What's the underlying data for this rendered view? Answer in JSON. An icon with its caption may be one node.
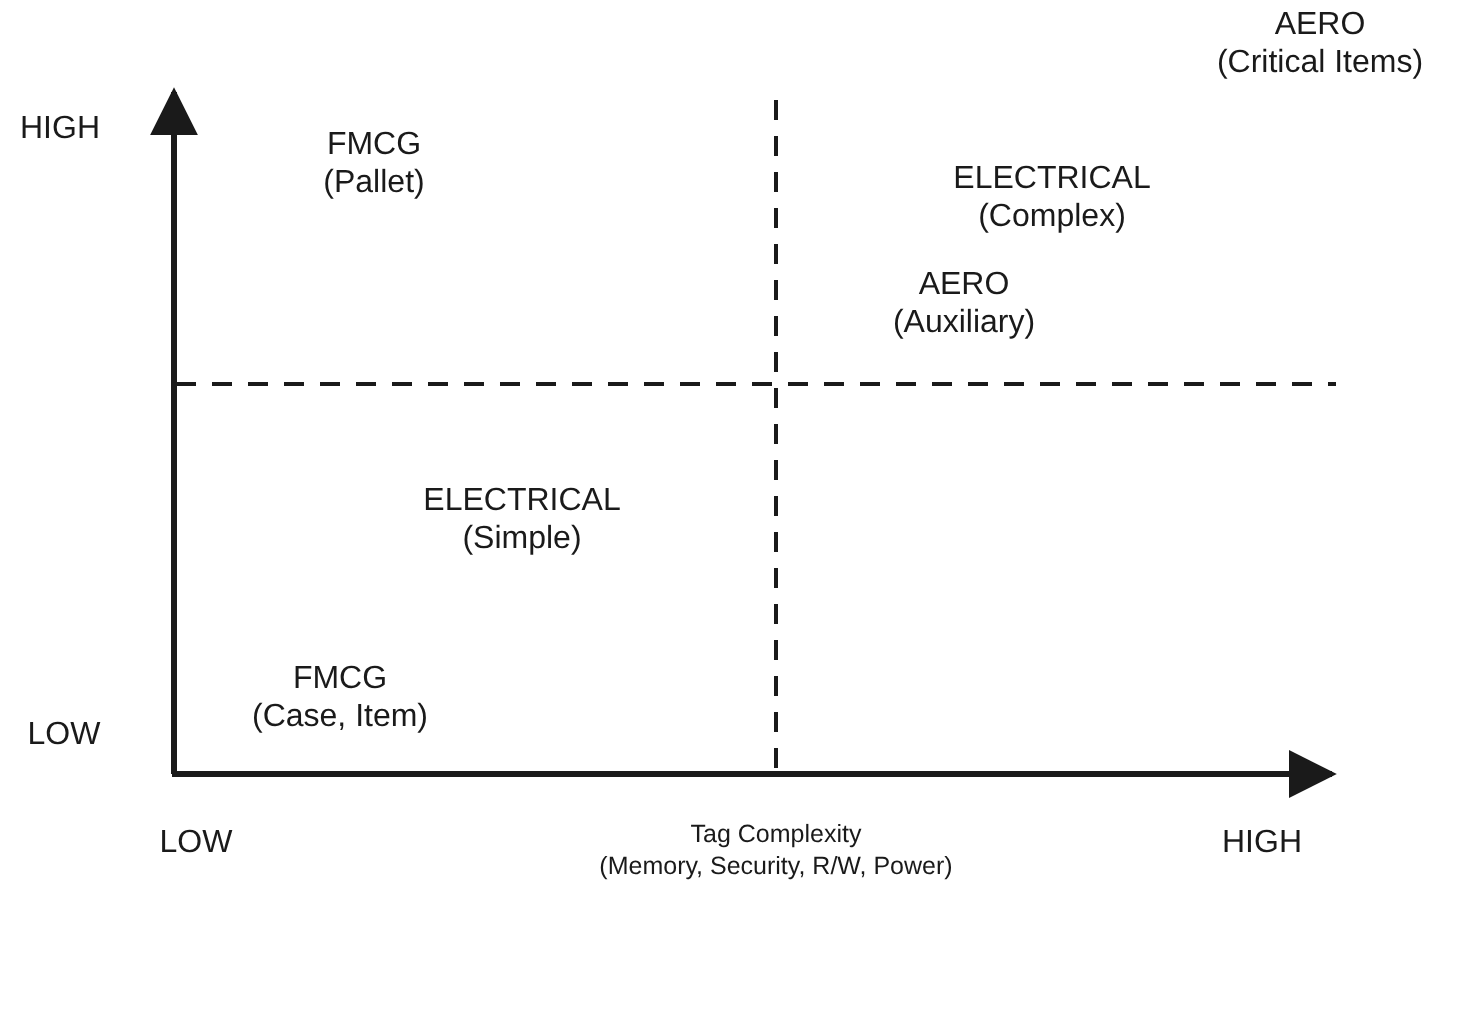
{
  "diagram": {
    "labels": [
      "AERO",
      "(Critical Items)",
      "HIGH",
      "FMCG",
      "(Pallet)",
      "ELECTRICAL",
      "(Complex)",
      "AERO",
      "(Auxiliary)",
      "ELECTRICAL",
      "(Simple)",
      "FMCG",
      "(Case, Item)",
      "LOW",
      "LOW",
      "Tag Complexity",
      "(Memory, Security, R/W, Power)",
      "HIGH"
    ]
  }
}
